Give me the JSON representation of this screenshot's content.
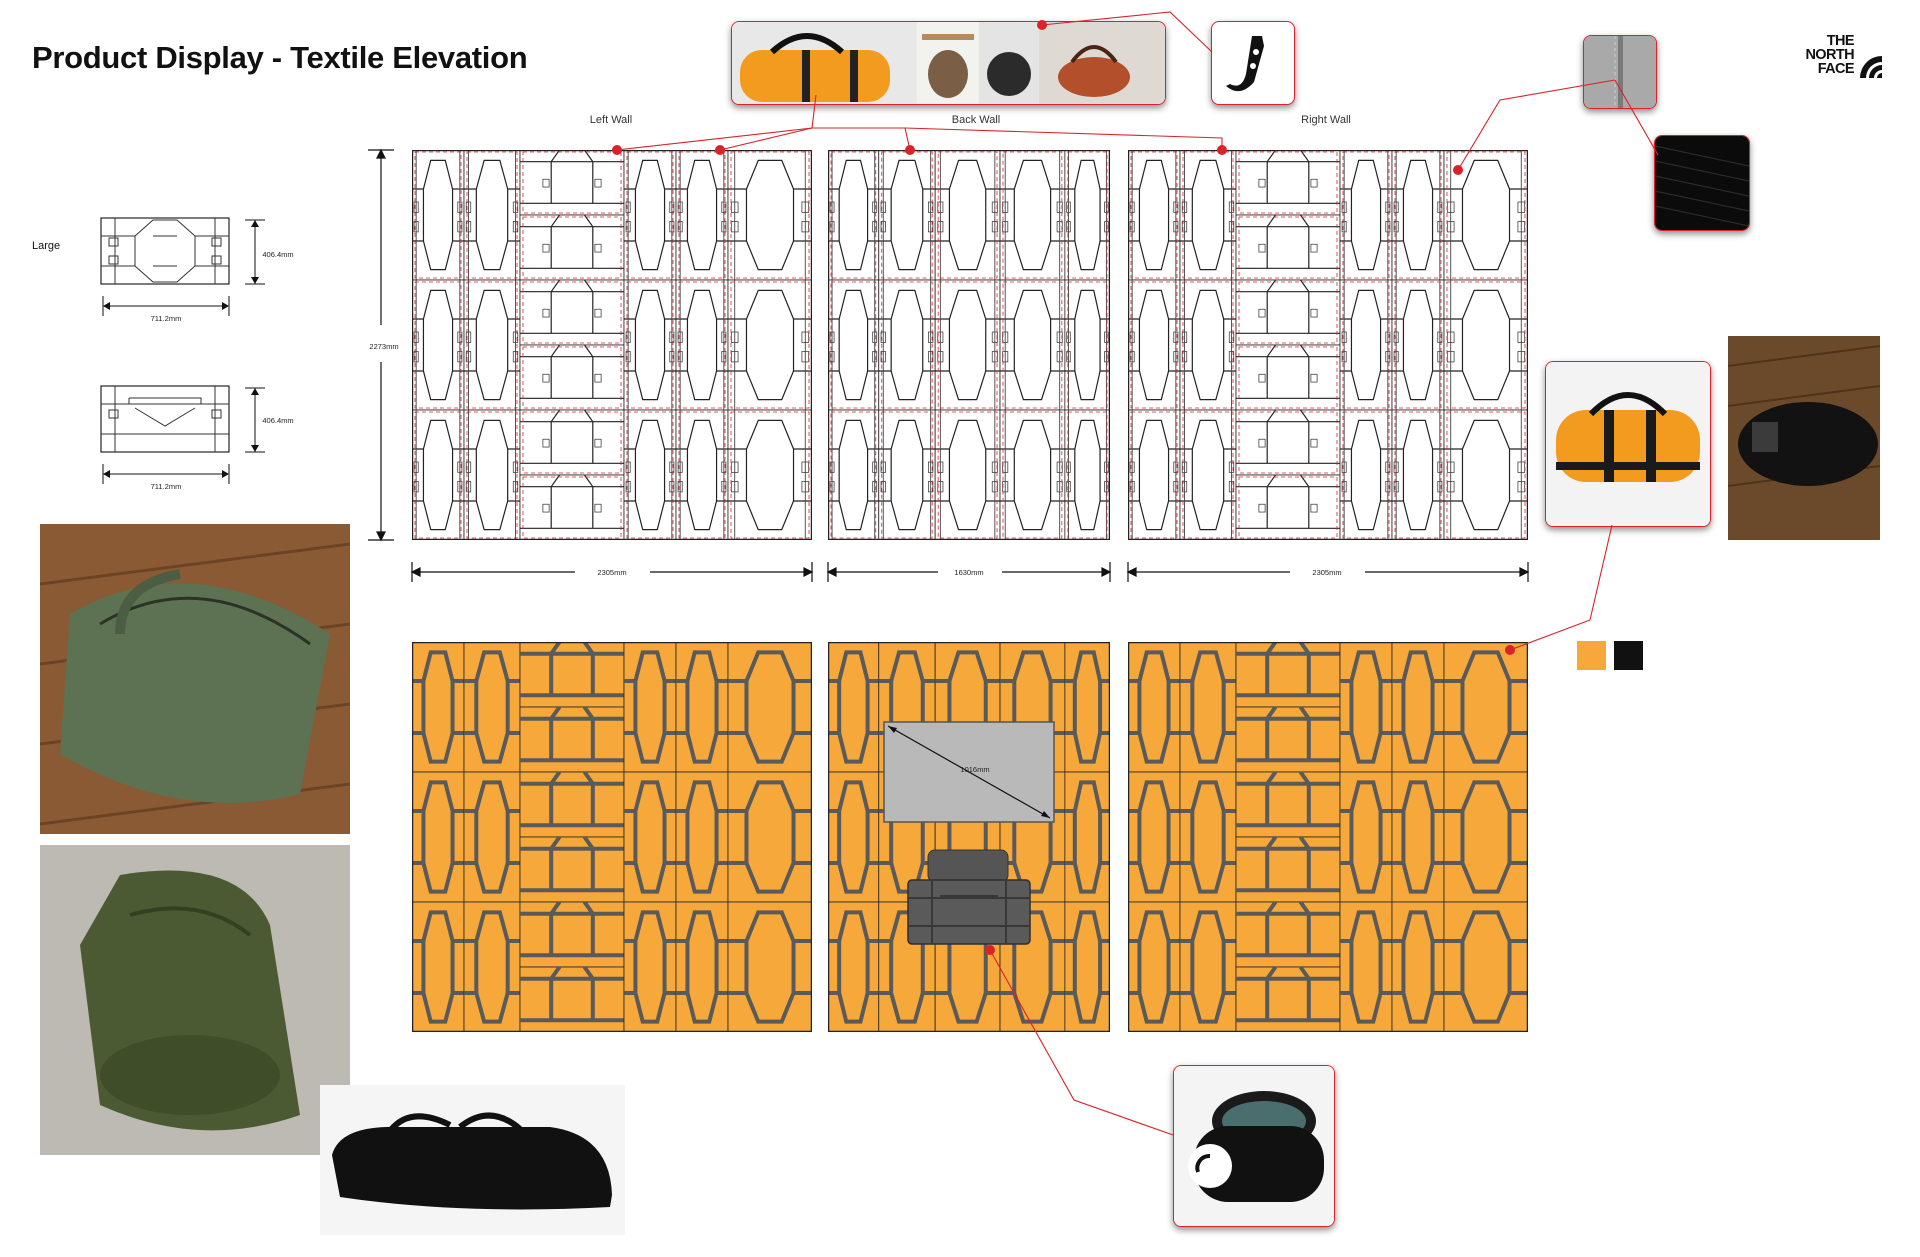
{
  "title": "Product Display - Textile Elevation",
  "brand": {
    "line1": "THE",
    "line2": "NORTH",
    "line3": "FACE",
    "logo_icon": "north-face-halfdome-icon"
  },
  "walls": {
    "left": "Left Wall",
    "back": "Back Wall",
    "right": "Right Wall"
  },
  "dimensions": {
    "height": "2273mm",
    "left_width": "2305mm",
    "back_width": "1630mm",
    "right_width": "2305mm",
    "screen_diagonal": "1016mm"
  },
  "legend": {
    "size_label": "Large",
    "bag_height": "406.4mm",
    "bag_width": "711.2mm"
  },
  "colors": {
    "accent_red": "#d8232a",
    "display_orange": "#f6a83a",
    "strap_gray": "#5a5a5a",
    "swatch_orange": "#f6a83a",
    "swatch_black": "#111111"
  },
  "images": {
    "hanging_reference": "duffel bags hanging on wall hooks",
    "hook_detail": "black wall hook",
    "fabric_detail": "gray fabric seam close-up",
    "thread_detail": "black thread spool",
    "orange_duffel": "orange and black duffel bag",
    "black_duffel_floor": "black duffel bag on wooden floor",
    "green_duffel_1": "olive green duffel bag on wooden floor",
    "green_duffel_2": "olive green duffel bag on carpet",
    "black_folded": "folded black duffel bag",
    "black_open_duffel": "open black duffel bag"
  }
}
